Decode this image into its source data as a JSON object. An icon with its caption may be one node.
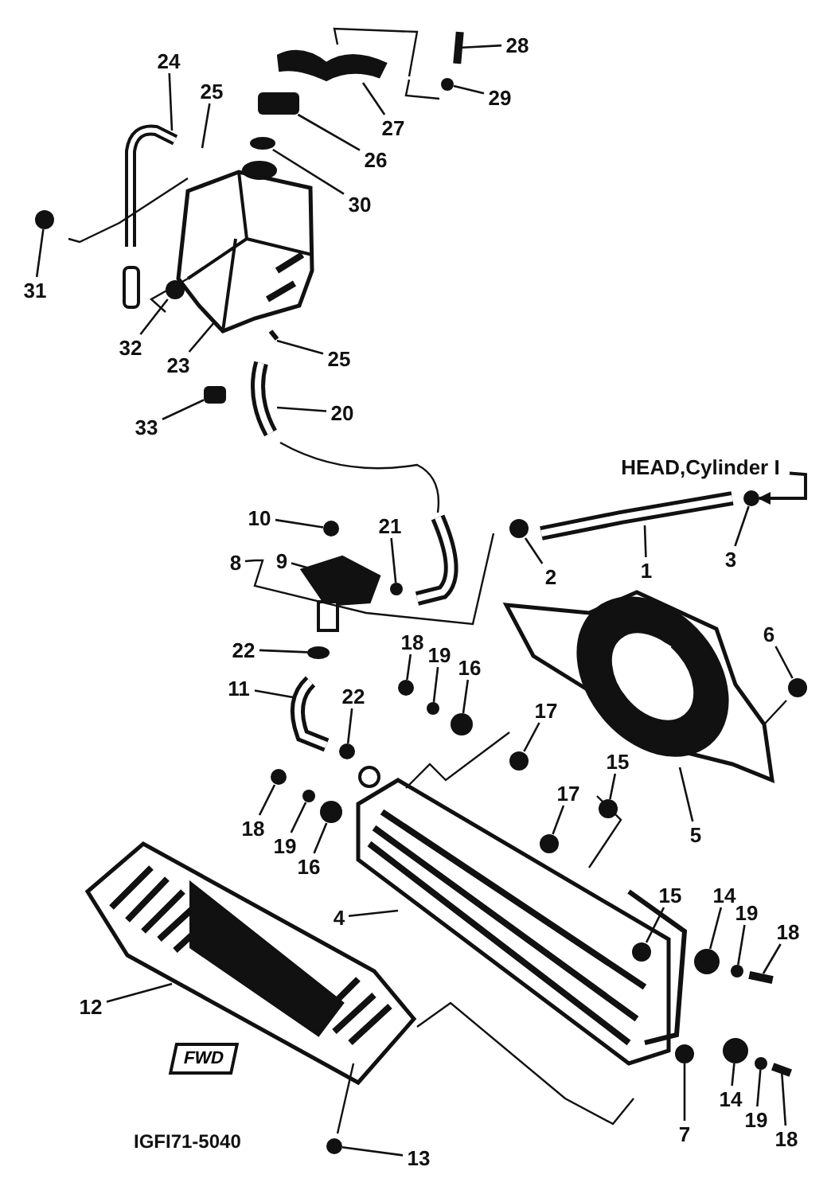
{
  "diagram": {
    "nodes": [
      {
        "text": [
          "28"
        ]
      },
      {
        "text": [
          "24"
        ]
      },
      {
        "text": [
          "25"
        ]
      },
      {
        "text": [
          "27"
        ]
      },
      {
        "text": [
          "29"
        ]
      },
      {
        "text": [
          "26"
        ]
      },
      {
        "text": [
          "30"
        ]
      },
      {
        "text": [
          "31"
        ]
      },
      {
        "text": [
          "32"
        ]
      },
      {
        "text": [
          "25"
        ]
      },
      {
        "text": [
          "23"
        ]
      },
      {
        "text": [
          "33"
        ]
      },
      {
        "text": [
          "20"
        ]
      },
      {
        "text": [
          "HEAD,Cylinder I"
        ]
      },
      {
        "text": [
          "10"
        ]
      },
      {
        "text": [
          "21"
        ]
      },
      {
        "text": [
          "3"
        ]
      },
      {
        "text": [
          "8"
        ]
      },
      {
        "text": [
          "9"
        ]
      },
      {
        "text": [
          "2"
        ]
      },
      {
        "text": [
          "1"
        ]
      },
      {
        "text": [
          "6"
        ]
      },
      {
        "text": [
          "18"
        ]
      },
      {
        "text": [
          "22"
        ]
      },
      {
        "text": [
          "19"
        ]
      },
      {
        "text": [
          "16"
        ]
      },
      {
        "text": [
          "11"
        ]
      },
      {
        "text": [
          "22"
        ]
      },
      {
        "text": [
          "17"
        ]
      },
      {
        "text": [
          "15"
        ]
      },
      {
        "text": [
          "17"
        ]
      },
      {
        "text": [
          "18"
        ]
      },
      {
        "text": [
          "19"
        ]
      },
      {
        "text": [
          "16"
        ]
      },
      {
        "text": [
          "5"
        ]
      },
      {
        "text": [
          "4"
        ]
      },
      {
        "text": [
          "15"
        ]
      },
      {
        "text": [
          "14"
        ]
      },
      {
        "text": [
          "19"
        ]
      },
      {
        "text": [
          "18"
        ]
      },
      {
        "text": [
          "12"
        ]
      },
      {
        "text": [
          "14"
        ]
      },
      {
        "text": [
          "19"
        ]
      },
      {
        "text": [
          "18"
        ]
      },
      {
        "text": [
          "7"
        ]
      },
      {
        "text": [
          "13"
        ]
      },
      {
        "text": [],
        "shape": "bar"
      },
      {
        "text": [],
        "shape": "circle"
      },
      {
        "text": [],
        "shape": "box"
      },
      {
        "text": [],
        "shape": "circle"
      },
      {
        "text": [],
        "shape": "circle"
      },
      {
        "text": [],
        "shape": "circle"
      },
      {
        "text": [],
        "shape": "box"
      },
      {
        "text": [],
        "shape": "circle"
      },
      {
        "text": [],
        "shape": "circle"
      },
      {
        "text": [],
        "shape": "circle"
      },
      {
        "text": [],
        "shape": "circle"
      },
      {
        "text": [],
        "shape": "circle"
      },
      {
        "text": [],
        "shape": "circle"
      },
      {
        "text": [],
        "shape": "circle"
      },
      {
        "text": [],
        "shape": "circle"
      },
      {
        "text": [],
        "shape": "circle"
      },
      {
        "text": [],
        "shape": "circle"
      },
      {
        "text": [],
        "shape": "circle"
      },
      {
        "text": [],
        "shape": "circle"
      },
      {
        "text": [],
        "shape": "circle"
      },
      {
        "text": [],
        "shape": "circle"
      },
      {
        "text": [],
        "shape": "circle"
      },
      {
        "text": [],
        "shape": "circle"
      },
      {
        "text": [],
        "shape": "circle"
      },
      {
        "text": [],
        "shape": "circle"
      },
      {
        "text": [],
        "shape": "circle"
      },
      {
        "text": [],
        "shape": "bar"
      },
      {
        "text": [],
        "shape": "circle"
      },
      {
        "text": [],
        "shape": "circle"
      },
      {
        "text": [],
        "shape": "bar"
      },
      {
        "text": [],
        "shape": "circle"
      },
      {
        "text": [],
        "shape": "circle"
      }
    ],
    "edges": [
      {
        "from": 0,
        "to": 46,
        "arrow": "none"
      },
      {
        "from": 1,
        "to": null,
        "arrow": "none"
      },
      {
        "from": 2,
        "to": null,
        "arrow": "none"
      },
      {
        "from": 3,
        "to": null,
        "arrow": "none"
      },
      {
        "from": 4,
        "to": 47,
        "arrow": "none"
      },
      {
        "from": 5,
        "to": 48,
        "arrow": "none"
      },
      {
        "from": 6,
        "to": 49,
        "arrow": "none"
      },
      {
        "from": 7,
        "to": 50,
        "arrow": "none"
      },
      {
        "from": 8,
        "to": 51,
        "arrow": "none"
      },
      {
        "from": 9,
        "to": null,
        "arrow": "none"
      },
      {
        "from": 10,
        "to": null,
        "arrow": "none"
      },
      {
        "from": 11,
        "to": 52,
        "arrow": "none"
      },
      {
        "from": 12,
        "to": null,
        "arrow": "none"
      },
      {
        "from": 13,
        "to": 55,
        "arrow": "to"
      },
      {
        "from": 14,
        "to": 53,
        "arrow": "none"
      },
      {
        "from": 15,
        "to": 54,
        "arrow": "none"
      },
      {
        "from": 16,
        "to": 55,
        "arrow": "none"
      },
      {
        "from": 17,
        "to": null,
        "arrow": "none"
      },
      {
        "from": 18,
        "to": null,
        "arrow": "none"
      },
      {
        "from": 19,
        "to": 56,
        "arrow": "none"
      },
      {
        "from": 20,
        "to": null,
        "arrow": "none"
      },
      {
        "from": 21,
        "to": 57,
        "arrow": "none"
      },
      {
        "from": 22,
        "to": 58,
        "arrow": "none"
      },
      {
        "from": 23,
        "to": 59,
        "arrow": "none"
      },
      {
        "from": 24,
        "to": 60,
        "arrow": "none"
      },
      {
        "from": 25,
        "to": 61,
        "arrow": "none"
      },
      {
        "from": 26,
        "to": null,
        "arrow": "none"
      },
      {
        "from": 27,
        "to": 62,
        "arrow": "none"
      },
      {
        "from": 28,
        "to": 63,
        "arrow": "none"
      },
      {
        "from": 29,
        "to": 64,
        "arrow": "none"
      },
      {
        "from": 30,
        "to": 65,
        "arrow": "none"
      },
      {
        "from": 31,
        "to": 66,
        "arrow": "none"
      },
      {
        "from": 32,
        "to": 67,
        "arrow": "none"
      },
      {
        "from": 33,
        "to": 68,
        "arrow": "none"
      },
      {
        "from": 34,
        "to": null,
        "arrow": "none"
      },
      {
        "from": 35,
        "to": null,
        "arrow": "none"
      },
      {
        "from": 36,
        "to": 69,
        "arrow": "none"
      },
      {
        "from": 37,
        "to": 70,
        "arrow": "none"
      },
      {
        "from": 38,
        "to": 71,
        "arrow": "none"
      },
      {
        "from": 39,
        "to": 72,
        "arrow": "none"
      },
      {
        "from": 40,
        "to": null,
        "arrow": "none"
      },
      {
        "from": 41,
        "to": 73,
        "arrow": "none"
      },
      {
        "from": 42,
        "to": 74,
        "arrow": "none"
      },
      {
        "from": 43,
        "to": 75,
        "arrow": "none"
      },
      {
        "from": 44,
        "to": 76,
        "arrow": "none"
      },
      {
        "from": 45,
        "to": 77,
        "arrow": "none"
      }
    ],
    "labels": [
      "FWD",
      "IGFI71-5040"
    ]
  }
}
